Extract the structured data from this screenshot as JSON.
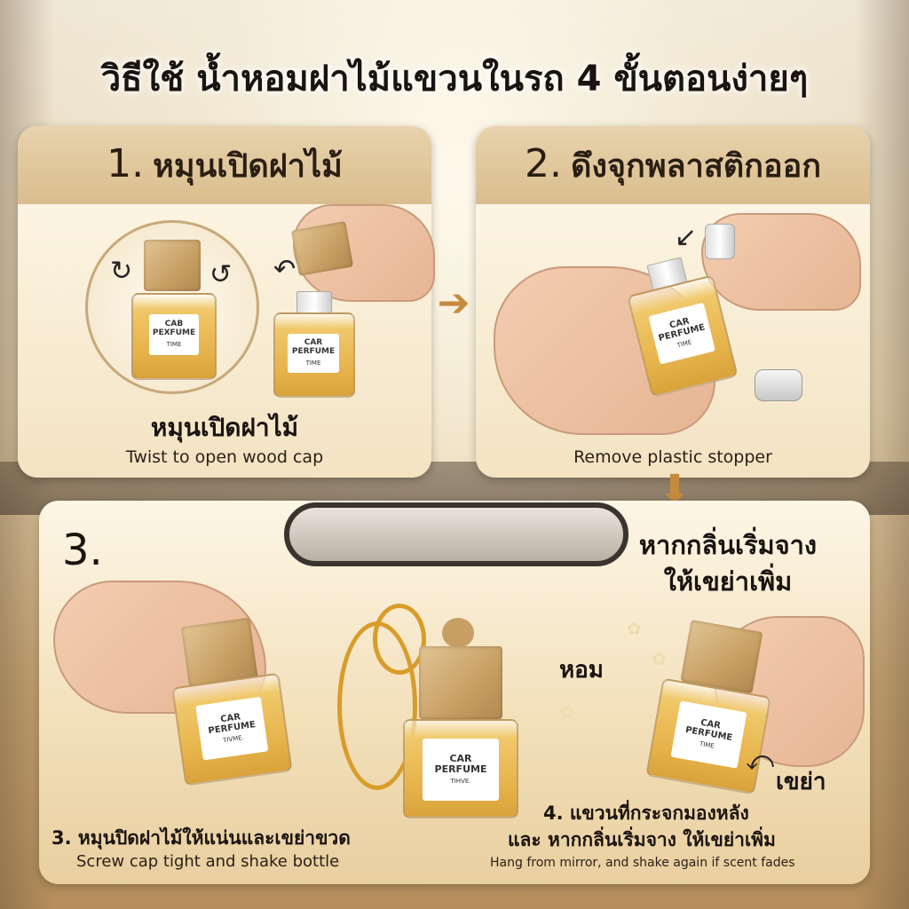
{
  "title": "วิธีใช้ น้ำหอมฝาไม้แขวนในรถ 4 ขั้นตอนง่ายๆ",
  "steps": [
    {
      "num": "1.",
      "title": "หมุนเปิดฝาไม้",
      "caption_th": "หมุนเปิดฝาไม้",
      "caption_en": "Twist to open wood cap"
    },
    {
      "num": "2.",
      "title": "ดึงจุกพลาสติกออก",
      "caption_en": "Remove plastic stopper"
    },
    {
      "num": "3.",
      "caption_th": "3. หมุนปิดฝาไม้ให้แน่นและเขย่าขวด",
      "caption_en": "Screw cap tight and shake bottle"
    },
    {
      "side_note_1": "หากกลิ่นเริ่มจาง",
      "side_note_2": "ให้เขย่าเพิ่ม",
      "scent": "หอม",
      "shake": "เขย่า",
      "caption_th_1": "4. แขวนที่กระจกมองหลัง",
      "caption_th_2": "และ หากกลิ่นเริ่มจาง ให้เขย่าเพิ่ม",
      "caption_en": "Hang from mirror, and shake again if scent fades"
    }
  ],
  "bottle_labels": {
    "car_perfume": "CAR\nPERFUME",
    "car_pexfume": "CAB\nPEXFUME",
    "brand_a": "TIME",
    "brand_b": "TIVME.",
    "brand_c": "TIHVE."
  },
  "colors": {
    "accent": "#c68a3e",
    "header": "#d9bd8d",
    "amber": "#e6b24a"
  }
}
